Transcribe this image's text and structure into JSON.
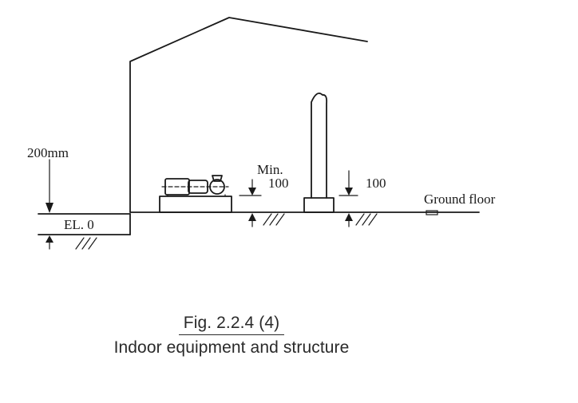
{
  "labels": {
    "dim_200mm": "200mm",
    "elevation": "EL. 0",
    "min": "Min.",
    "dim_100_left": "100",
    "dim_100_right": "100",
    "ground_floor": "Ground floor"
  },
  "caption": {
    "number": "Fig. 2.2.4 (4)",
    "title": "Indoor equipment and structure"
  }
}
